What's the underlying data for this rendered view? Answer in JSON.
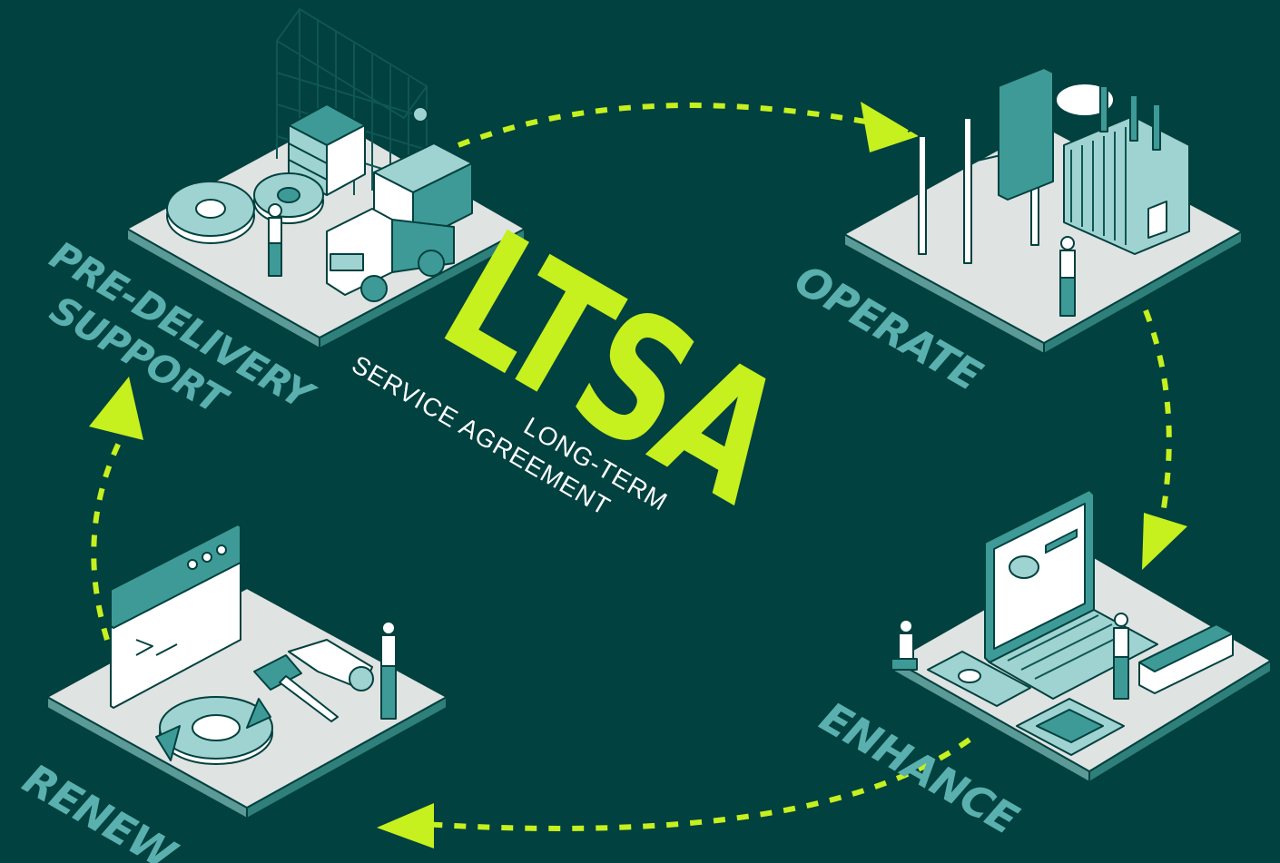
{
  "diagram": {
    "center": {
      "title": "LTSA",
      "subtitle_line1": "LONG-TERM",
      "subtitle_line2": "SERVICE AGREEMENT"
    },
    "stages": {
      "pre_delivery_line1": "PRE-DELIVERY",
      "pre_delivery_line2": "SUPPORT",
      "operate": "OPERATE",
      "enhance": "ENHANCE",
      "renew": "RENEW"
    },
    "flow_order": [
      "PRE-DELIVERY SUPPORT",
      "OPERATE",
      "ENHANCE",
      "RENEW"
    ],
    "colors": {
      "background": "#01413f",
      "accent": "#c6f01e",
      "label": "#5ab0ae",
      "platform": "#dfe3e2",
      "illustration": "#3e9a97"
    },
    "icons": [
      "gear-icon",
      "truck-icon",
      "crane-icon",
      "power-pole-icon",
      "transformer-icon",
      "laptop-icon",
      "chip-icon",
      "phone-icon",
      "terminal-window-icon",
      "wrench-icon",
      "screwdriver-icon",
      "refresh-arrows-icon",
      "person-icon"
    ]
  }
}
